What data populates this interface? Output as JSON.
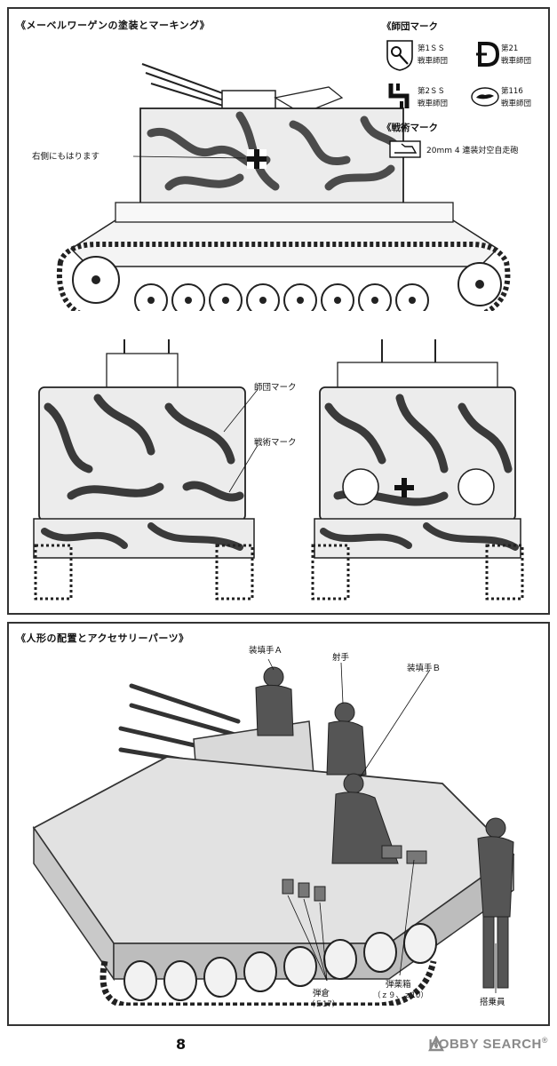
{
  "top_panel": {
    "section_title": "《メーベルワーゲンの塗装とマーキング》",
    "right_side_note": "右側にもはります",
    "division_marks": {
      "heading": "《師団マーク",
      "items": [
        {
          "label_line1": "第1ＳＳ",
          "label_line2": "戦車師団"
        },
        {
          "label_line1": "第21",
          "label_line2": "戦車師団"
        },
        {
          "label_line1": "第2ＳＳ",
          "label_line2": "戦車師団"
        },
        {
          "label_line1": "第116",
          "label_line2": "戦車師団"
        }
      ]
    },
    "tactical_mark": {
      "heading": "《戦術マーク",
      "caption": "20mm 4 連装対空自走砲"
    },
    "callouts": {
      "division_mark": "師団マーク",
      "tactical_mark": "戦術マーク"
    }
  },
  "bottom_panel": {
    "section_title": "《人形の配置とアクセサリーパーツ》",
    "figure_labels": {
      "loader_a": "装填手Ａ",
      "gunner": "射手",
      "loader_b": "装填手Ｂ",
      "ammo_box": "弾薬箱",
      "ammo_box_parts": "（ｚ９、ｚ10）",
      "crew": "搭乗員",
      "magazine": "弾倉",
      "magazine_part": "（Ｅ17）"
    }
  },
  "footer": {
    "page_number": "8",
    "watermark_brand": "HOBBY SEARCH",
    "watermark_reg": "®"
  },
  "colors": {
    "ink": "#111111",
    "camo_dark": "#3a3a3a",
    "camo_light": "#e8e8e8",
    "panel_border": "#333333",
    "watermark": "#8a8a8a"
  }
}
